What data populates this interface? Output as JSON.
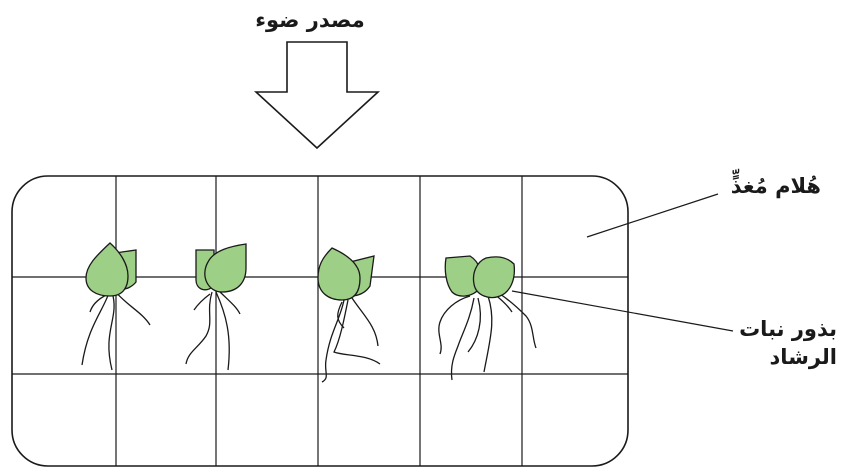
{
  "labels": {
    "light_source": "مصدر ضوء",
    "nutrient_gel": "هُلام مُغذٍّ",
    "seeds_line1": "بذور نبات",
    "seeds_line2": "الرشاد"
  },
  "colors": {
    "leaf": "#9dcf86",
    "outline": "#1a1a1a",
    "background": "#ffffff"
  },
  "grid": {
    "rows": 3,
    "columns": 6
  },
  "seedling_count": 4
}
